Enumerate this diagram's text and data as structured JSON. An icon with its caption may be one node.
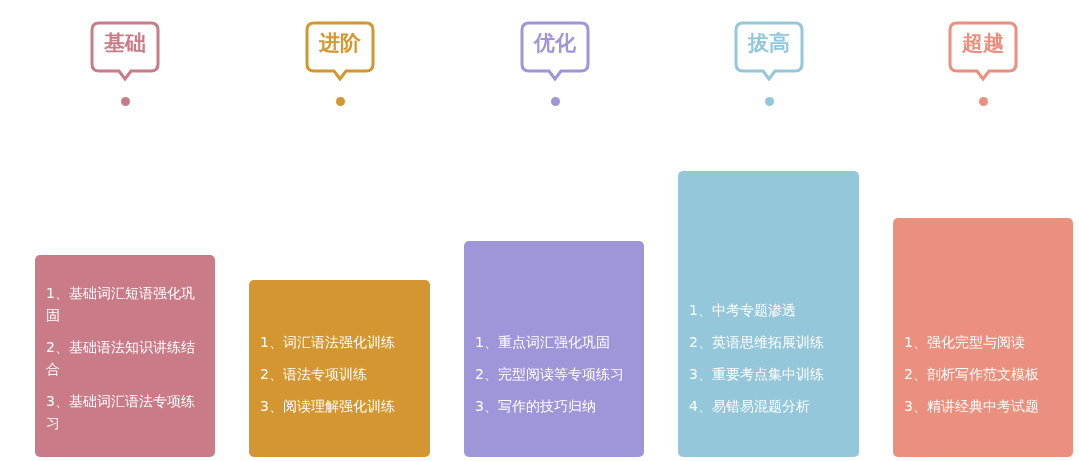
{
  "diagram": {
    "nodes": [
      {
        "text": [
          "基础"
        ]
      },
      {
        "text": [
          "进阶"
        ]
      },
      {
        "text": [
          "优化"
        ]
      },
      {
        "text": [
          "拔高"
        ]
      },
      {
        "text": [
          "超越"
        ]
      },
      {
        "text": [
          "1、基础词汇短语强化巩固",
          "2、基础语法知识讲练结合",
          "3、基础词汇语法专项练习"
        ]
      },
      {
        "text": [
          "1、词汇语法强化训练",
          "2、语法专项训练",
          "3、阅读理解强化训练"
        ]
      },
      {
        "text": [
          "1、重点词汇强化巩固",
          "2、完型阅读等专项练习",
          "3、写作的技巧归纳"
        ]
      },
      {
        "text": [
          "1、中考专题渗透",
          "2、英语思维拓展训练",
          "3、重要考点集中训练",
          "4、易错易混题分析"
        ]
      },
      {
        "text": [
          "1、强化完型与阅读",
          "2、剖析写作范文模板",
          "3、精讲经典中考试题"
        ]
      }
    ],
    "edges": []
  }
}
